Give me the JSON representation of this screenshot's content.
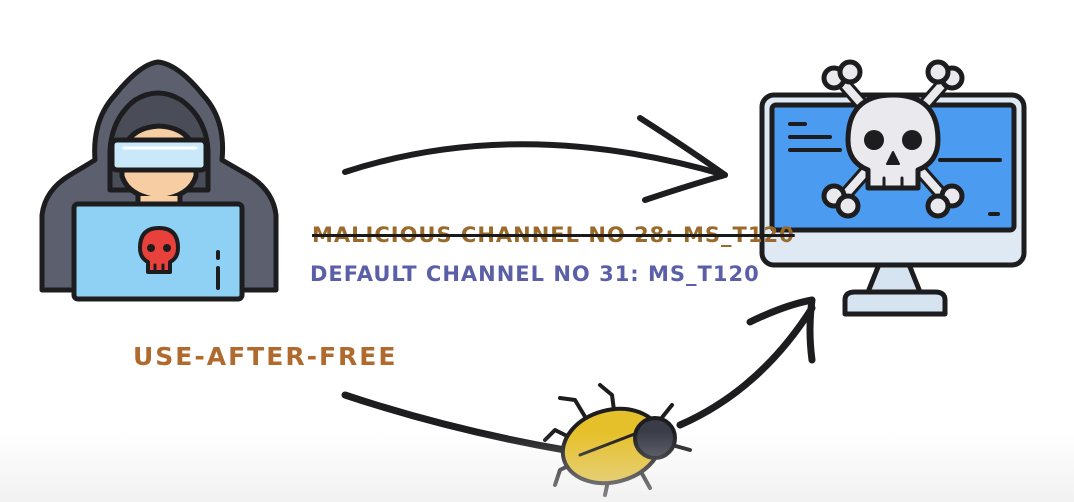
{
  "labels": {
    "malicious_channel": "MALICIOUS CHANNEL NO 28: MS_T120",
    "default_channel": "DEFAULT CHANNEL NO 31: MS_T120",
    "use_after_free": "USE-AFTER-FREE"
  },
  "icons": {
    "attacker": "hacker-icon",
    "target": "infected-computer-icon",
    "bug": "bug-icon",
    "skull": "skull-crossbones-icon"
  },
  "colors": {
    "malicious_text": "#9a6a2c",
    "default_text": "#5b5fa8",
    "uaf_text": "#b06a2d",
    "screen_blue": "#4b9cf0",
    "hood_gray": "#5c5f6e",
    "laptop_blue": "#8fd0f5",
    "skull_red": "#e8413b",
    "bug_yellow": "#e6c02a"
  }
}
